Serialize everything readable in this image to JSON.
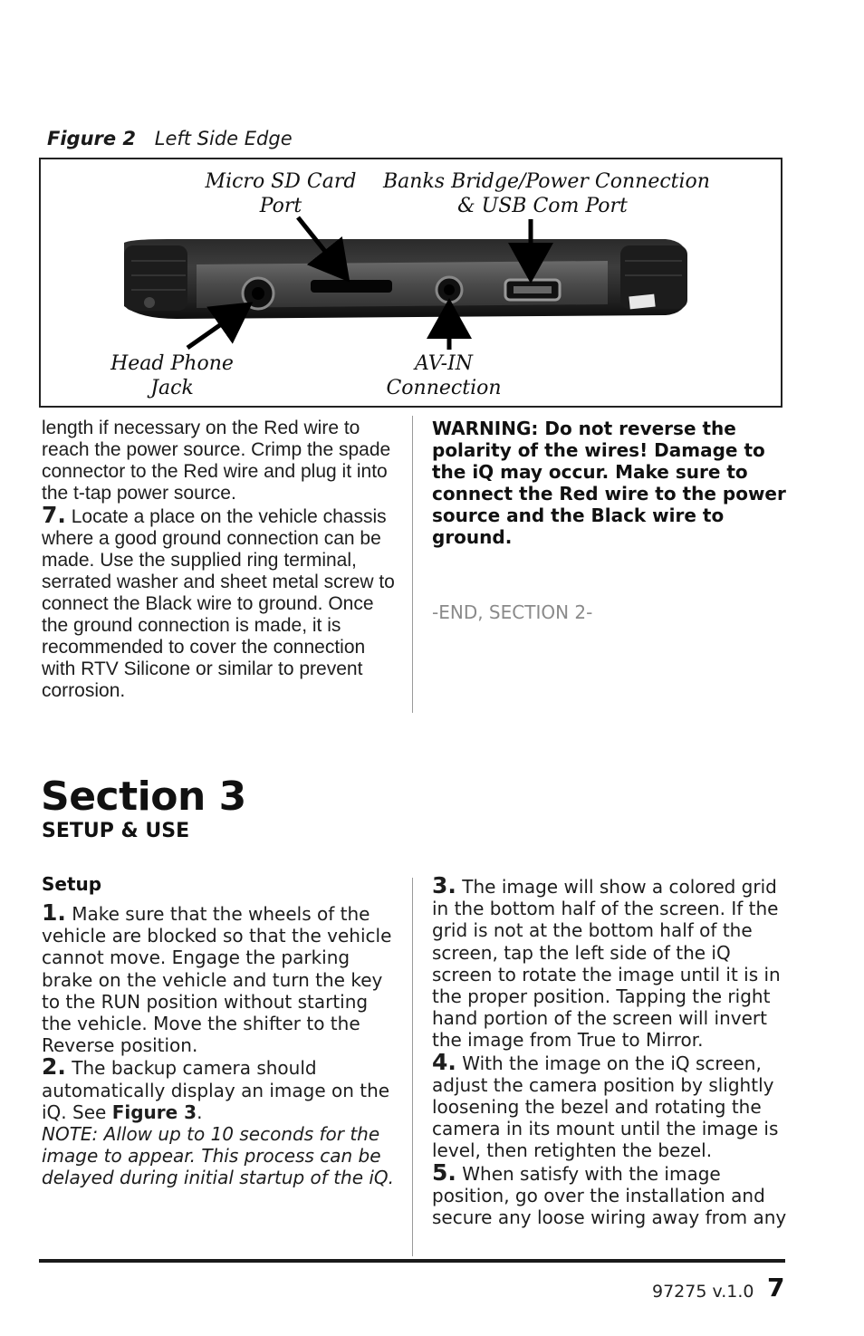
{
  "figure": {
    "number": "Figure 2",
    "title": "Left Side Edge",
    "callouts": {
      "micro_sd_1": "Micro SD Card",
      "micro_sd_2": "Port",
      "banks_1": "Banks Bridge/Power Connection",
      "banks_2": "& USB Com Port",
      "headphone_1": "Head Phone",
      "headphone_2": "Jack",
      "avin_1": "AV-IN",
      "avin_2": "Connection"
    }
  },
  "left_top": {
    "para_cont": "length if necessary on the Red wire to reach the power source. Crimp the spade connector to the Red wire and plug it into the t-tap power source.",
    "step7_num": "7.",
    "step7_text": " Locate a place on the vehicle chassis where a good ground connection can be made. Use the supplied ring terminal, serrated washer and sheet metal screw to connect the Black wire to ground. Once the ground connection is made, it is recommended to cover the connection with RTV Silicone or similar to prevent corrosion."
  },
  "right_top": {
    "warning_label": "WARNING",
    "warning_text": ": Do not reverse the polarity of the wires! Damage to the iQ may occur. Make sure to connect the Red wire to the power source and the Black wire to ground.",
    "end_marker": "-END, SECTION 2-"
  },
  "section": {
    "heading": "Section 3",
    "subheading": "SETUP & USE",
    "setup_label": "Setup"
  },
  "left_bottom": {
    "step1_num": "1.",
    "step1_text": " Make sure that the wheels of the vehicle are blocked so that the vehicle cannot move. Engage the parking brake on the vehicle and turn the key to the RUN position without starting the vehicle. Move the shifter to the Reverse position.",
    "step2_num": "2.",
    "step2_text": " The backup camera should automatically display an image on the iQ. See ",
    "step2_ref": "Figure 3",
    "step2_end": ".",
    "note": "NOTE: Allow up to 10 seconds for the image to appear. This process can be delayed during initial startup of the iQ."
  },
  "right_bottom": {
    "step3_num": "3.",
    "step3_text": " The image will show a colored grid in the bottom half of the screen. If the grid is not at the bottom half of the screen, tap the left side of the iQ screen to rotate the image until it is in the proper position. Tapping the right hand portion of the screen will invert the image from True to Mirror.",
    "step4_num": "4.",
    "step4_text": " With the image on the iQ screen, adjust the camera position by slightly loosening the bezel and rotating the camera in its mount until the image is level, then retighten the bezel.",
    "step5_num": "5.",
    "step5_text": " When satisfy with the image position, go over the installation and secure any loose wiring away from any"
  },
  "footer": {
    "doc_number": "97275 v.1.0",
    "page_number": "7"
  }
}
